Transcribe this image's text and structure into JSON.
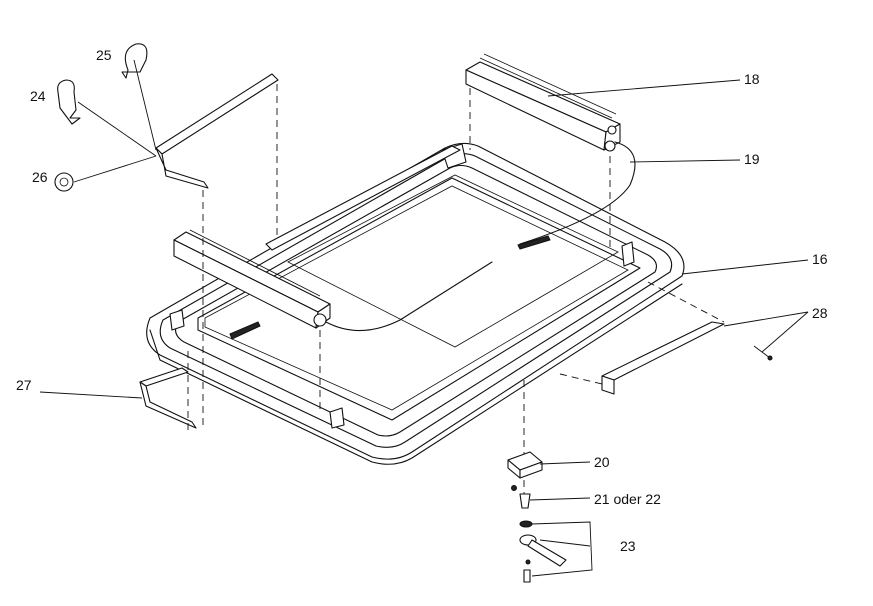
{
  "callouts": {
    "c18": "18",
    "c19": "19",
    "c16": "16",
    "c28": "28",
    "c20": "20",
    "c21": "21 oder 22",
    "c23": "23",
    "c24": "24",
    "c25": "25",
    "c26": "26",
    "c27": "27"
  }
}
